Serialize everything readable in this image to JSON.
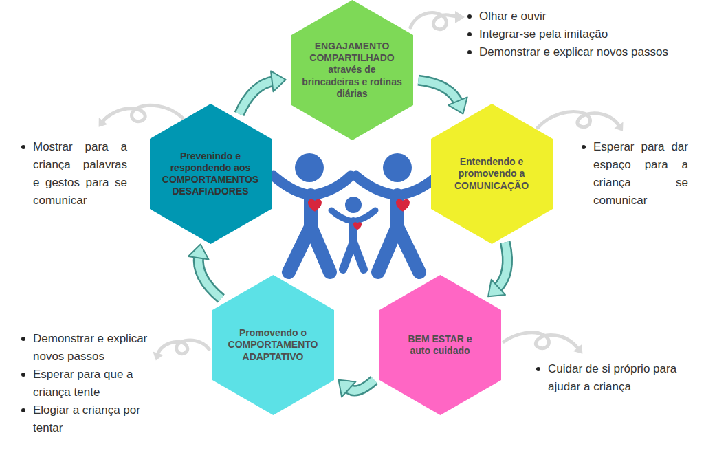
{
  "diagram": {
    "nodes": [
      {
        "text": [
          "ENGAJAMENTO COMPARTILHADO através de brincadeiras e rotinas diárias"
        ]
      },
      {
        "text": [
          "Entendendo e promovendo a COMUNICAÇÃO"
        ]
      },
      {
        "text": [
          "BEM ESTAR e auto cuidado"
        ]
      },
      {
        "text": [
          "Promovendo o COMPORTAMENTO ADAPTATIVO"
        ]
      },
      {
        "text": [
          "Prevenindo e respondendo aos COMPORTAMENTOS DESAFIADORES"
        ]
      }
    ],
    "edges": [
      {
        "from": 0,
        "to": 1,
        "arrow": "to"
      },
      {
        "from": 1,
        "to": 2,
        "arrow": "to"
      },
      {
        "from": 2,
        "to": 3,
        "arrow": "to"
      },
      {
        "from": 3,
        "to": 4,
        "arrow": "to"
      },
      {
        "from": 4,
        "to": 0,
        "arrow": "to"
      }
    ],
    "labels": [
      "Olhar e ouvir",
      "Integrar-se pela imitação",
      "Demonstrar e explicar novos passos",
      "Mostrar para a criança palavras e gestos para se comunicar",
      "Esperar para dar espaço para a criança se comunicar",
      "Demonstrar e explicar novos passos",
      "Esperar para que a criança tente",
      "Elogiar a criança por tentar",
      "Cuidar de si próprio para ajudar a criança"
    ]
  }
}
